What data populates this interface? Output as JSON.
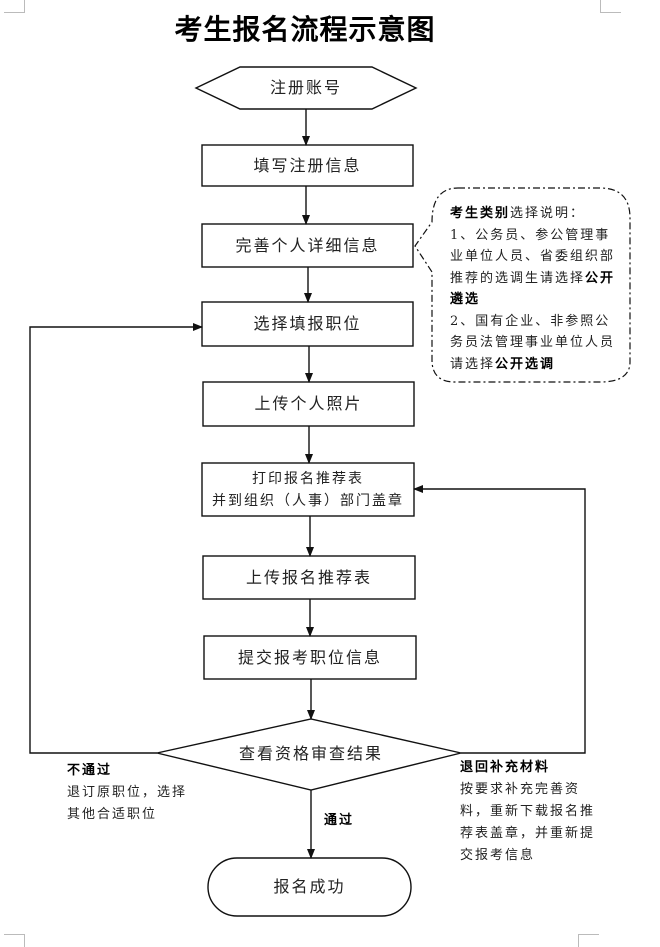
{
  "title": "考生报名流程示意图",
  "nodes": {
    "register_account": "注册账号",
    "fill_registration": "填写注册信息",
    "complete_details": "完善个人详细信息",
    "select_position": "选择填报职位",
    "upload_photo": "上传个人照片",
    "print_form_line1": "打印报名推荐表",
    "print_form_line2": "并到组织（人事）部门盖章",
    "upload_form": "上传报名推荐表",
    "submit_info": "提交报考职位信息",
    "review_result": "查看资格审查结果",
    "success": "报名成功"
  },
  "callout": {
    "heading_bold": "考生类别",
    "heading_rest": "选择说明：",
    "item1_text": "1、公务员、参公管理事业单位人员、省委组织部推荐的选调生请选择",
    "item1_bold": "公开遴选",
    "item2_text": "2、国有企业、非参照公务员法管理事业单位人员请选择",
    "item2_bold": "公开选调"
  },
  "edges": {
    "fail": {
      "heading": "不通过",
      "text": "退订原职位，选择其他合适职位"
    },
    "return": {
      "heading": "退回补充材料",
      "text": "按要求补充完善资料，重新下载报名推荐表盖章，并重新提交报考信息"
    },
    "pass": {
      "heading": "通过"
    }
  }
}
